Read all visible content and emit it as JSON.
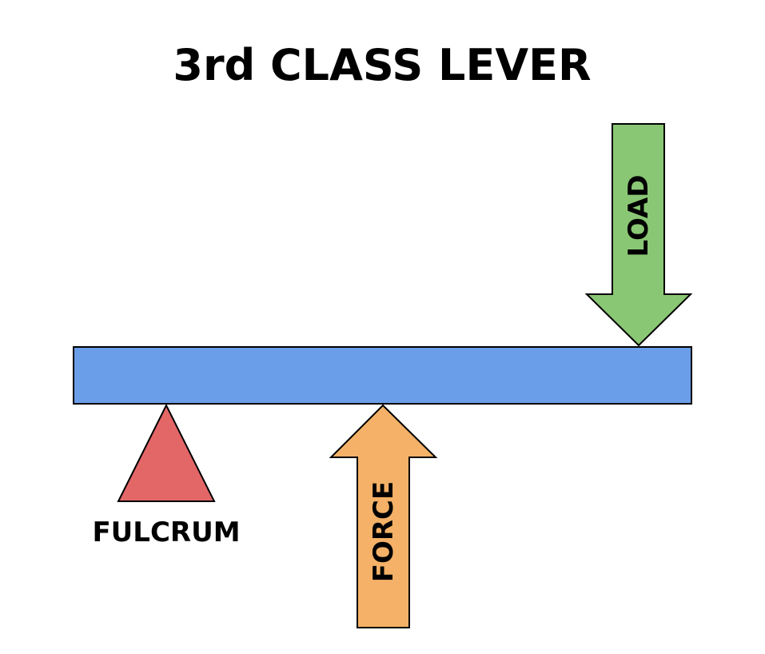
{
  "title": "3rd CLASS LEVER",
  "labels": {
    "fulcrum": "FULCRUM",
    "force": "FORCE",
    "load": "LOAD"
  },
  "colors": {
    "lever": "#6b9ee8",
    "fulcrum": "#e36767",
    "force": "#f4b167",
    "load": "#8ac774",
    "outline": "#000000"
  }
}
